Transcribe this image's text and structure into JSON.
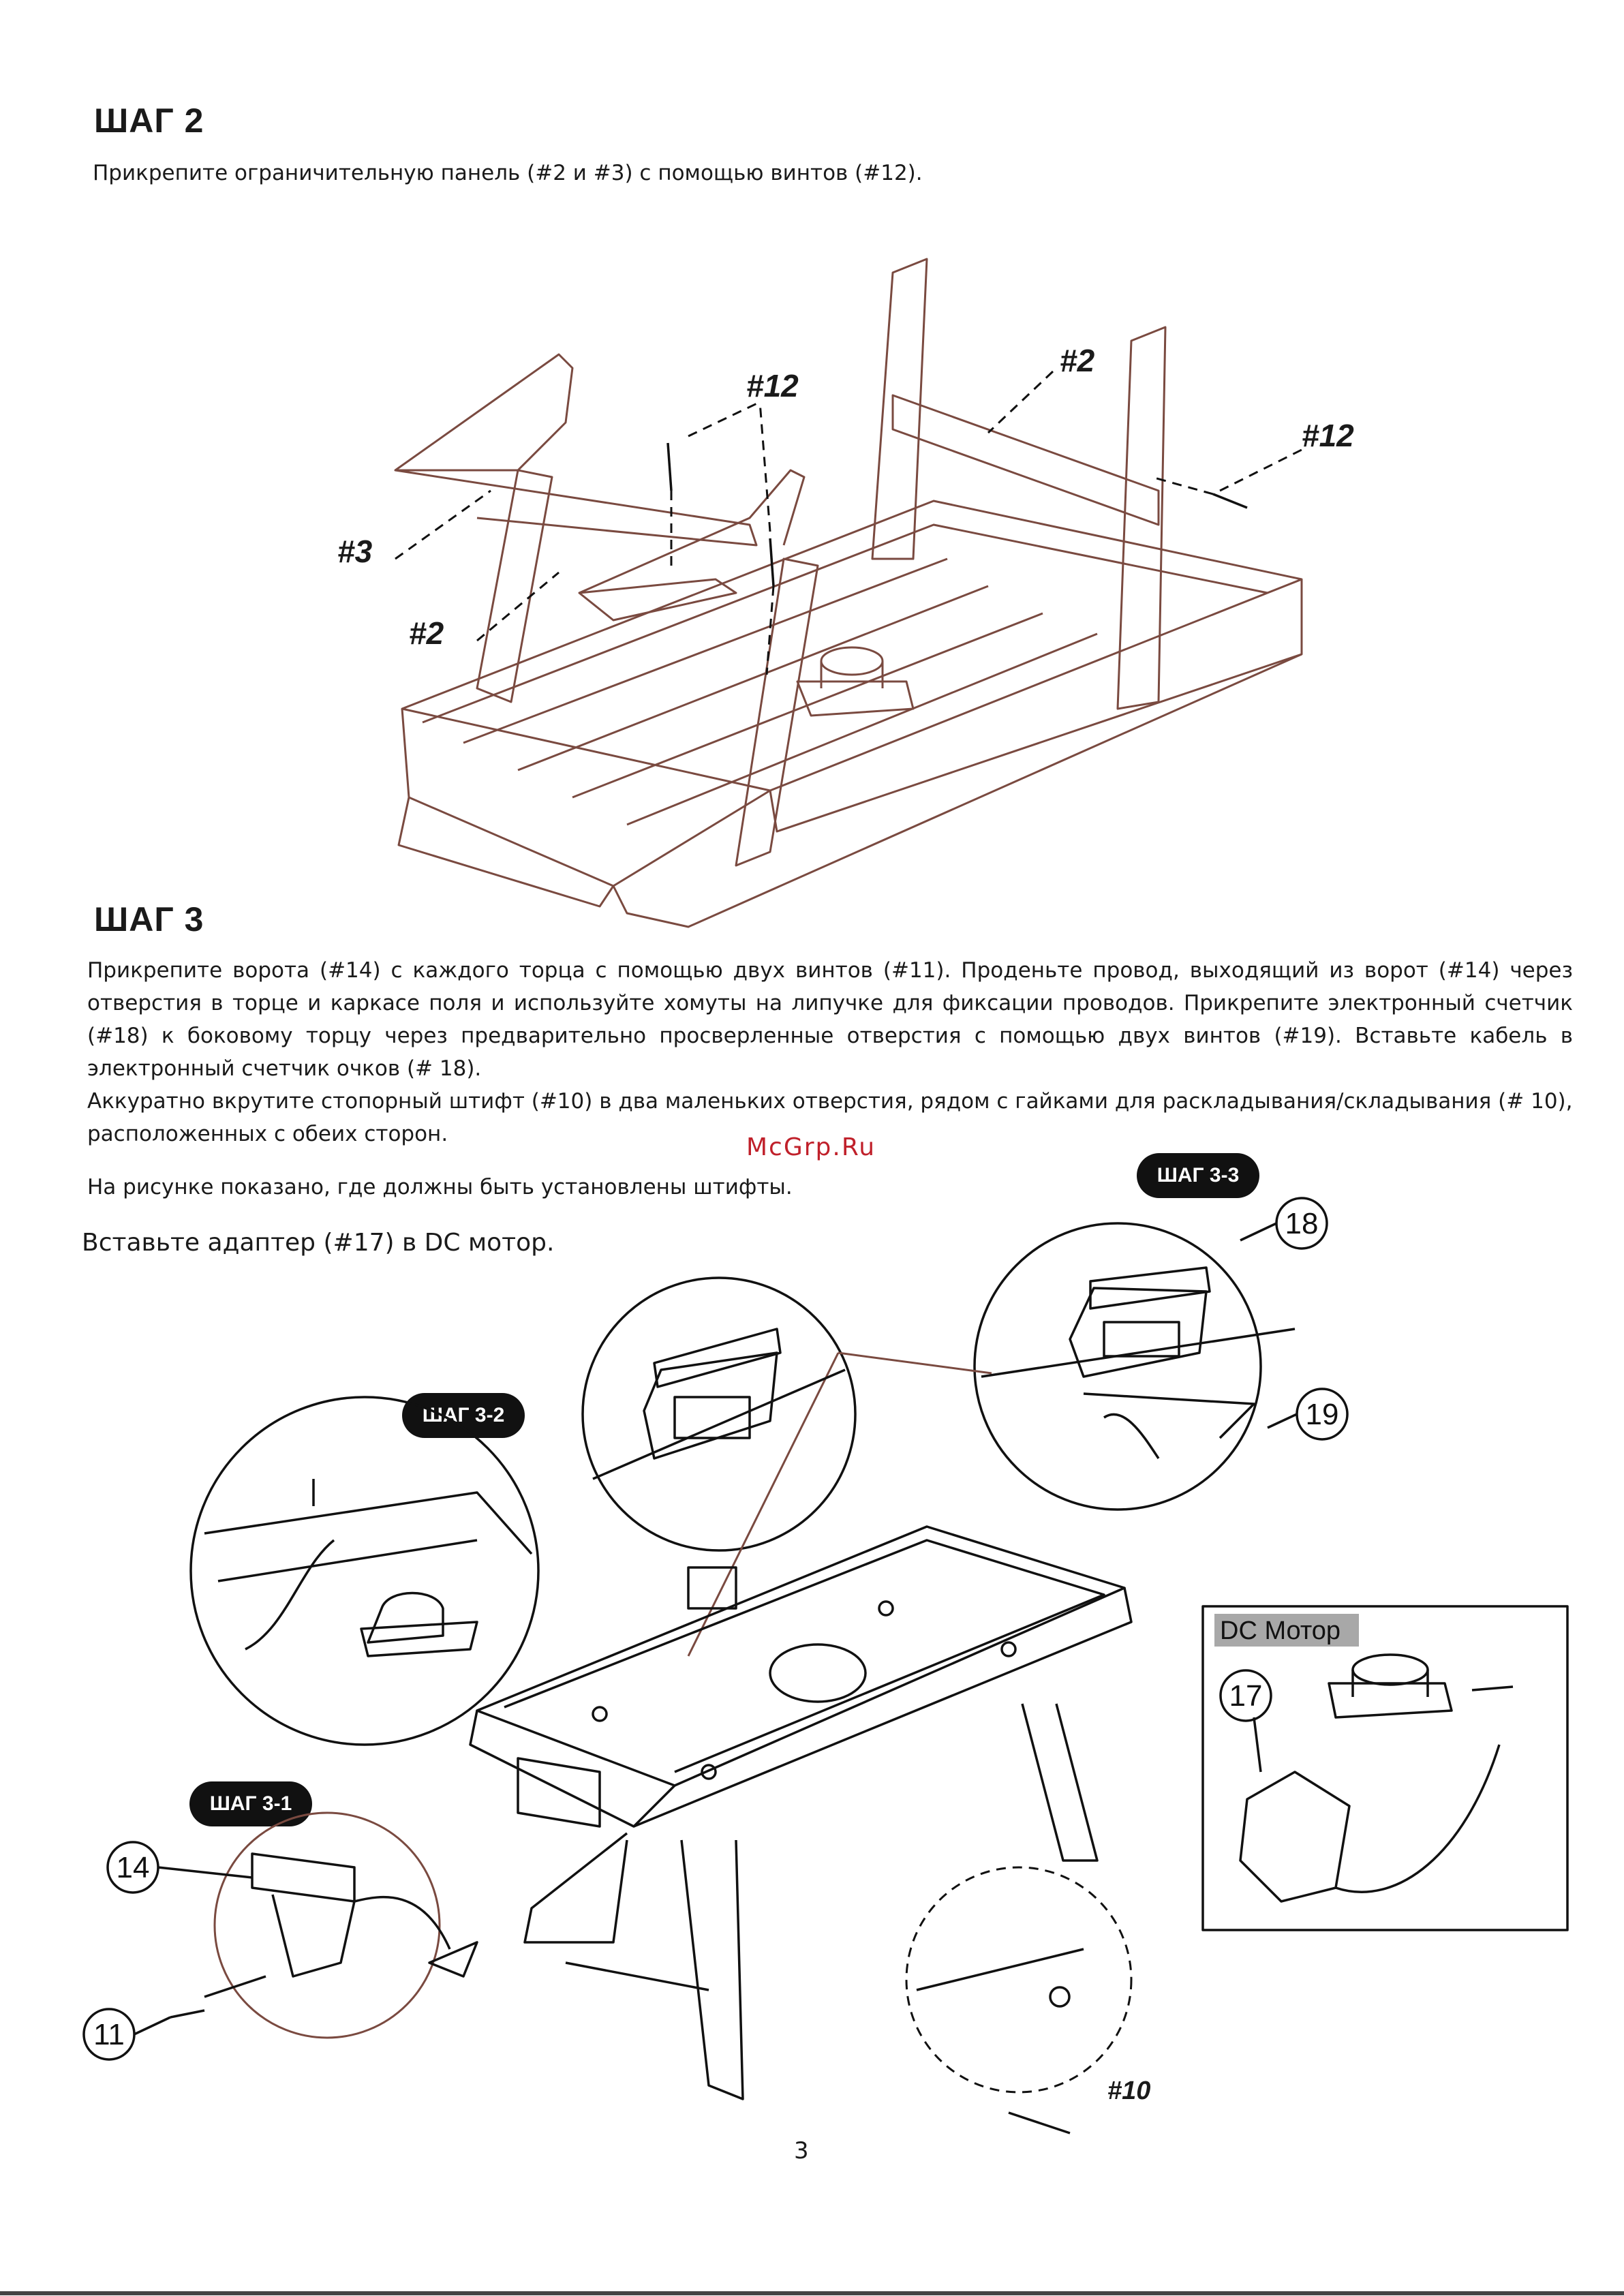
{
  "step2": {
    "title": "ШАГ 2",
    "text": "Прикрепите ограничительную панель (#2 и #3) с помощью винтов (#12).",
    "callouts": {
      "screw_top": "#12",
      "screw_right": "#12",
      "panel_right": "#2",
      "panel_left": "#2",
      "panel_end": "#3"
    }
  },
  "step3": {
    "title": "ШАГ 3",
    "paragraph1": "Прикрепите ворота (#14) с каждого торца с помощью двух винтов (#11). Проденьте провод, выходящий из ворот (#14) через отверстия в торце и каркасе поля и используйте хомуты на липучке для фиксации проводов. Прикрепите электронный счетчик (#18) к боковому торцу через предварительно просверленные отверстия с помощью двух винтов (#19).  Вставьте кабель в электронный счетчик очков (# 18).",
    "paragraph2": "Аккуратно вкрутите стопорный штифт (#10) в два маленьких отверстия, рядом с гайками для раскладывания/складывания (# 10), расположенных с обеих сторон.",
    "paragraph3": "На рисунке показано, где должны быть установлены штифты.",
    "paragraph4": "Вставьте адаптер (#17) в DC мотор.",
    "labels": {
      "step31": "ШАГ 3-1",
      "step32": "ШАГ 3-2",
      "step33": "ШАГ 3-3"
    },
    "numbers": {
      "n18": "18",
      "n19": "19",
      "n17": "17",
      "n14": "14",
      "n11": "11",
      "pin": "#10"
    },
    "dc_box_title": "DC Мотор"
  },
  "watermark": "McGrp.Ru",
  "page_number": "3"
}
